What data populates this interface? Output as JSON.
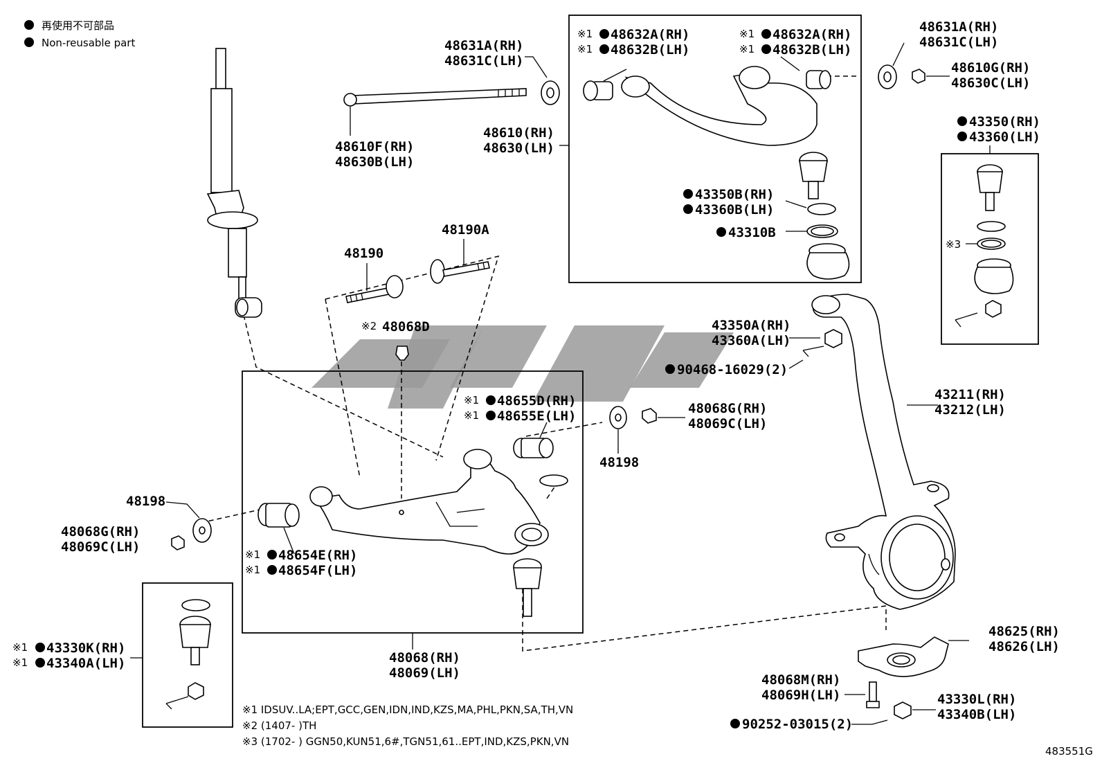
{
  "legend": {
    "dot_label_jp": "再使用不可部品",
    "dot_label_en": "Non-reusable part"
  },
  "labels": {
    "p48631A": "48631A(RH)",
    "p48631C": "48631C(LH)",
    "p48631A_r": "48631A(RH)",
    "p48631C_r": "48631C(LH)",
    "p48610F": "48610F(RH)",
    "p48630B": "48630B(LH)",
    "p48632A_l": "48632A(RH)",
    "p48632B_l": "48632B(LH)",
    "p48632A_r": "48632A(RH)",
    "p48632B_r": "48632B(LH)",
    "p48610G": "48610G(RH)",
    "p48630C": "48630C(LH)",
    "p48610": "48610(RH)",
    "p48630": "48630(LH)",
    "p43350": "43350(RH)",
    "p43360": "43360(LH)",
    "p43350B": "43350B(RH)",
    "p43360B": "43360B(LH)",
    "p43310B": "43310B",
    "p48190": "48190",
    "p48190A": "48190A",
    "p48068D": "48068D",
    "p43350A": "43350A(RH)",
    "p43360A": "43360A(LH)",
    "p90468": "90468-16029(2)",
    "p48655D": "48655D(RH)",
    "p48655E": "48655E(LH)",
    "p48068G_r": "48068G(RH)",
    "p48069C_r": "48069C(LH)",
    "p48198_r": "48198",
    "p43211": "43211(RH)",
    "p43212": "43212(LH)",
    "p48198_l": "48198",
    "p48068G_l": "48068G(RH)",
    "p48069C_l": "48069C(LH)",
    "p48654E": "48654E(RH)",
    "p48654F": "48654F(LH)",
    "p43330K": "43330K(RH)",
    "p43340A": "43340A(LH)",
    "p48068": "48068(RH)",
    "p48069": "48069(LH)",
    "p48625": "48625(RH)",
    "p48626": "48626(LH)",
    "p48068M": "48068M(RH)",
    "p48069H": "48069H(LH)",
    "p43330L": "43330L(RH)",
    "p43340B": "43340B(LH)",
    "p90252": "90252-03015(2)"
  },
  "marks": {
    "note1": "※1",
    "note2": "※2",
    "note3": "※3"
  },
  "footnotes": {
    "n1": "※1 IDSUV..LA;EPT,GCC,GEN,IDN,IND,KZS,MA,PHL,PKN,SA,TH,VN",
    "n2": "※2 (1407-        )TH",
    "n3": "※3 (1702-        ) GGN50,KUN51,6#,TGN51,61..EPT,IND,KZS,PKN,VN"
  },
  "diagram_code": "483551G"
}
